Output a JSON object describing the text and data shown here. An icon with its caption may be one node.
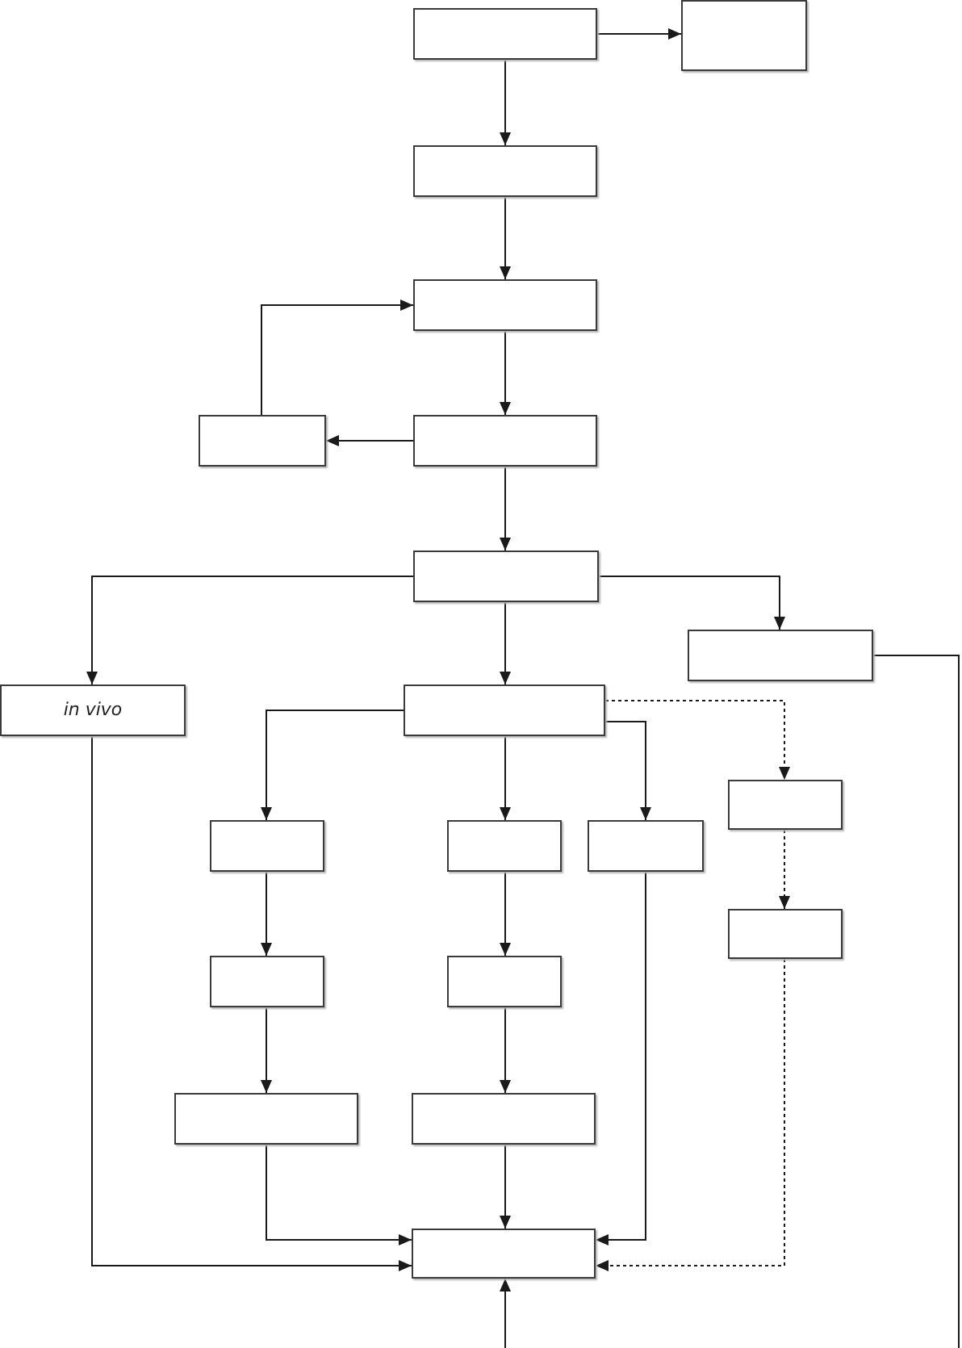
{
  "diagram": {
    "nodes": [
      {
        "text": [],
        "shape": "box"
      },
      {
        "text": [],
        "shape": "box"
      },
      {
        "text": [],
        "shape": "box"
      },
      {
        "text": [],
        "shape": "box"
      },
      {
        "text": [],
        "shape": "box"
      },
      {
        "text": [],
        "shape": "box"
      },
      {
        "text": [],
        "shape": "box"
      },
      {
        "text": [],
        "shape": "box"
      },
      {
        "text": [
          "in vivo"
        ]
      },
      {
        "text": [],
        "shape": "box"
      },
      {
        "text": [],
        "shape": "box"
      },
      {
        "text": [],
        "shape": "box"
      },
      {
        "text": [],
        "shape": "box"
      },
      {
        "text": [],
        "shape": "box"
      },
      {
        "text": [],
        "shape": "box"
      },
      {
        "text": [],
        "shape": "box"
      },
      {
        "text": [],
        "shape": "box"
      },
      {
        "text": [],
        "shape": "box"
      },
      {
        "text": [],
        "shape": "box"
      },
      {
        "text": [],
        "shape": "box"
      }
    ],
    "edges": [
      {
        "from": 0,
        "to": 1,
        "arrow": "to"
      },
      {
        "from": 0,
        "to": 2,
        "arrow": "to"
      },
      {
        "from": 2,
        "to": 3,
        "arrow": "to"
      },
      {
        "from": 3,
        "to": 5,
        "arrow": "to"
      },
      {
        "from": 5,
        "to": 4,
        "arrow": "to"
      },
      {
        "from": 4,
        "to": 3,
        "arrow": "to"
      },
      {
        "from": 5,
        "to": 6,
        "arrow": "to"
      },
      {
        "from": 6,
        "to": 8,
        "arrow": "to"
      },
      {
        "from": 6,
        "to": 9,
        "arrow": "to"
      },
      {
        "from": 6,
        "to": 7,
        "arrow": "to"
      },
      {
        "from": 7,
        "to": null,
        "arrow": "none"
      },
      {
        "from": 9,
        "to": 11,
        "arrow": "to"
      },
      {
        "from": 9,
        "to": 12,
        "arrow": "to"
      },
      {
        "from": 9,
        "to": 13,
        "arrow": "to"
      },
      {
        "from": 9,
        "to": 10,
        "arrow": "to",
        "style": "dashed"
      },
      {
        "from": 10,
        "to": 14,
        "arrow": "to",
        "style": "dashed"
      },
      {
        "from": 11,
        "to": 15,
        "arrow": "to"
      },
      {
        "from": 12,
        "to": 16,
        "arrow": "to"
      },
      {
        "from": 15,
        "to": 17,
        "arrow": "to"
      },
      {
        "from": 16,
        "to": 18,
        "arrow": "to"
      },
      {
        "from": 8,
        "to": 19,
        "arrow": "to"
      },
      {
        "from": 17,
        "to": 19,
        "arrow": "to"
      },
      {
        "from": 18,
        "to": 19,
        "arrow": "to"
      },
      {
        "from": 13,
        "to": 19,
        "arrow": "to"
      },
      {
        "from": 14,
        "to": 19,
        "arrow": "to",
        "style": "dashed"
      },
      {
        "from": null,
        "to": 19,
        "arrow": "to"
      }
    ]
  }
}
